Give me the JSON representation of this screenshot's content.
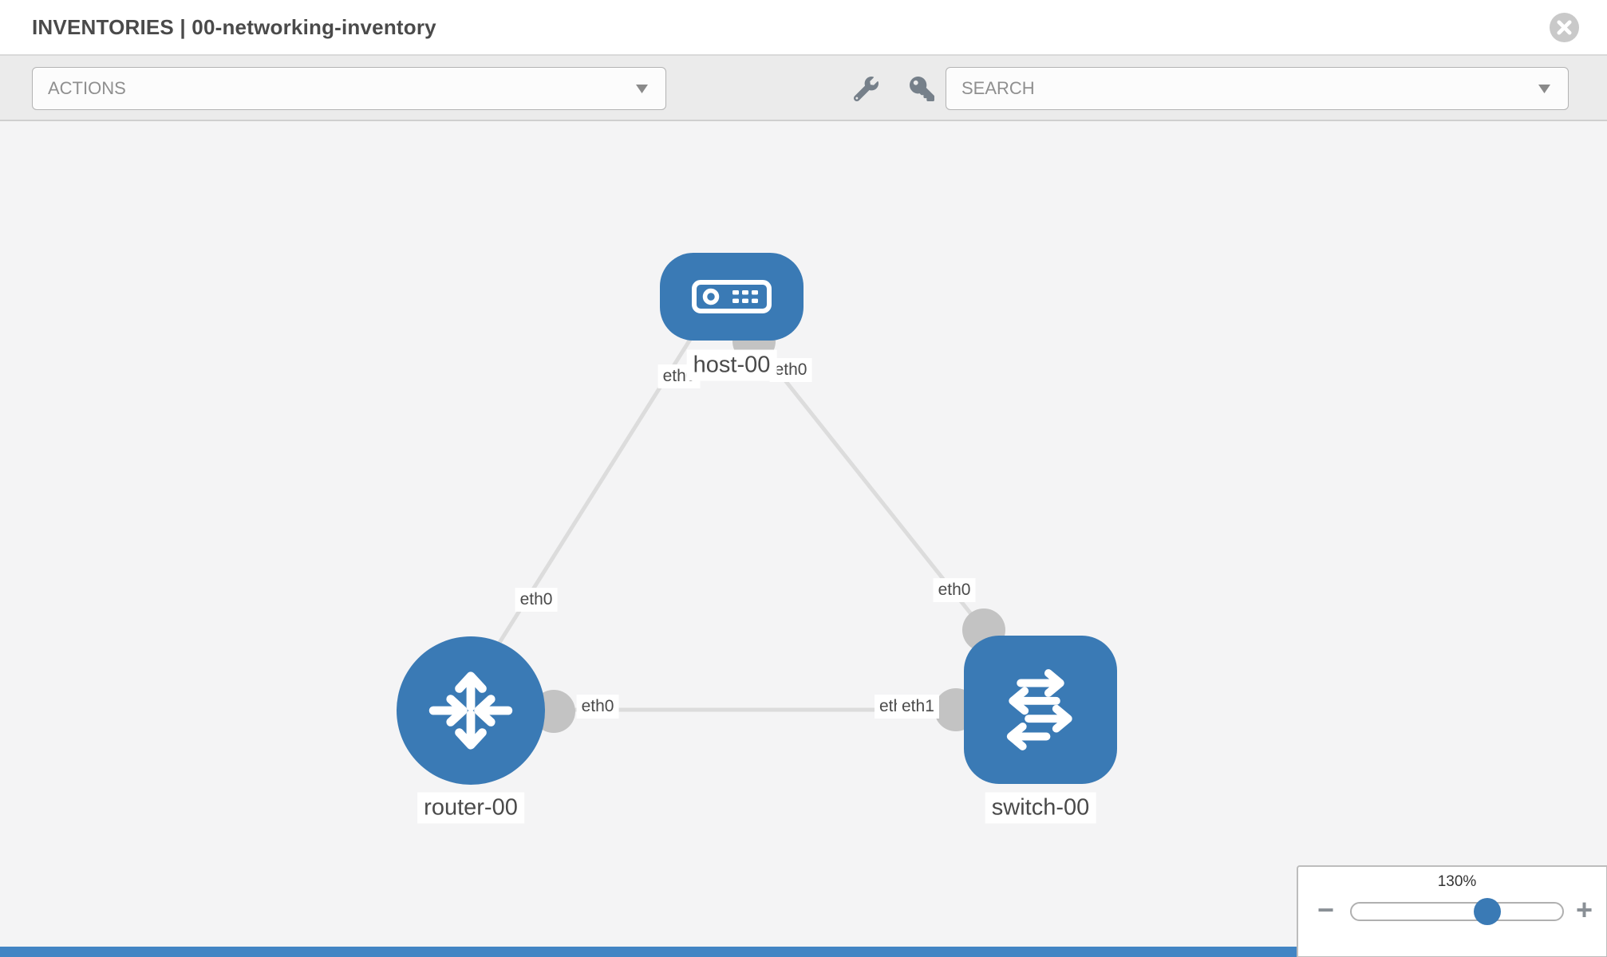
{
  "header": {
    "title": "INVENTORIES | 00-networking-inventory"
  },
  "toolbar": {
    "actions_label": "ACTIONS",
    "search_label": "SEARCH",
    "icons": [
      "wrench-icon",
      "key-icon"
    ]
  },
  "topology": {
    "nodes": [
      {
        "id": "host-00",
        "label": "host-00",
        "type": "host"
      },
      {
        "id": "router-00",
        "label": "router-00",
        "type": "router"
      },
      {
        "id": "switch-00",
        "label": "switch-00",
        "type": "switch"
      }
    ],
    "links": [
      {
        "from": "host-00",
        "to": "router-00",
        "from_interface": "eth0",
        "to_interface": "eth0"
      },
      {
        "from": "host-00",
        "to": "switch-00",
        "from_interface": "eth0",
        "to_interface": "eth0"
      },
      {
        "from": "router-00",
        "to": "switch-00",
        "from_interface": "eth0",
        "to_interface": "eth1",
        "to_interface_overlapped": "eth0"
      }
    ]
  },
  "zoom_control": {
    "level": "130%",
    "minus_label": "−",
    "plus_label": "+"
  },
  "colors": {
    "node_blue": "#3a7ab5",
    "connector_gray": "#c3c3c3",
    "link_gray": "#dcdcdc",
    "toolbar_gray": "#ebebeb",
    "canvas_gray": "#f4f4f5",
    "footer_bar_blue": "#4285c4"
  }
}
